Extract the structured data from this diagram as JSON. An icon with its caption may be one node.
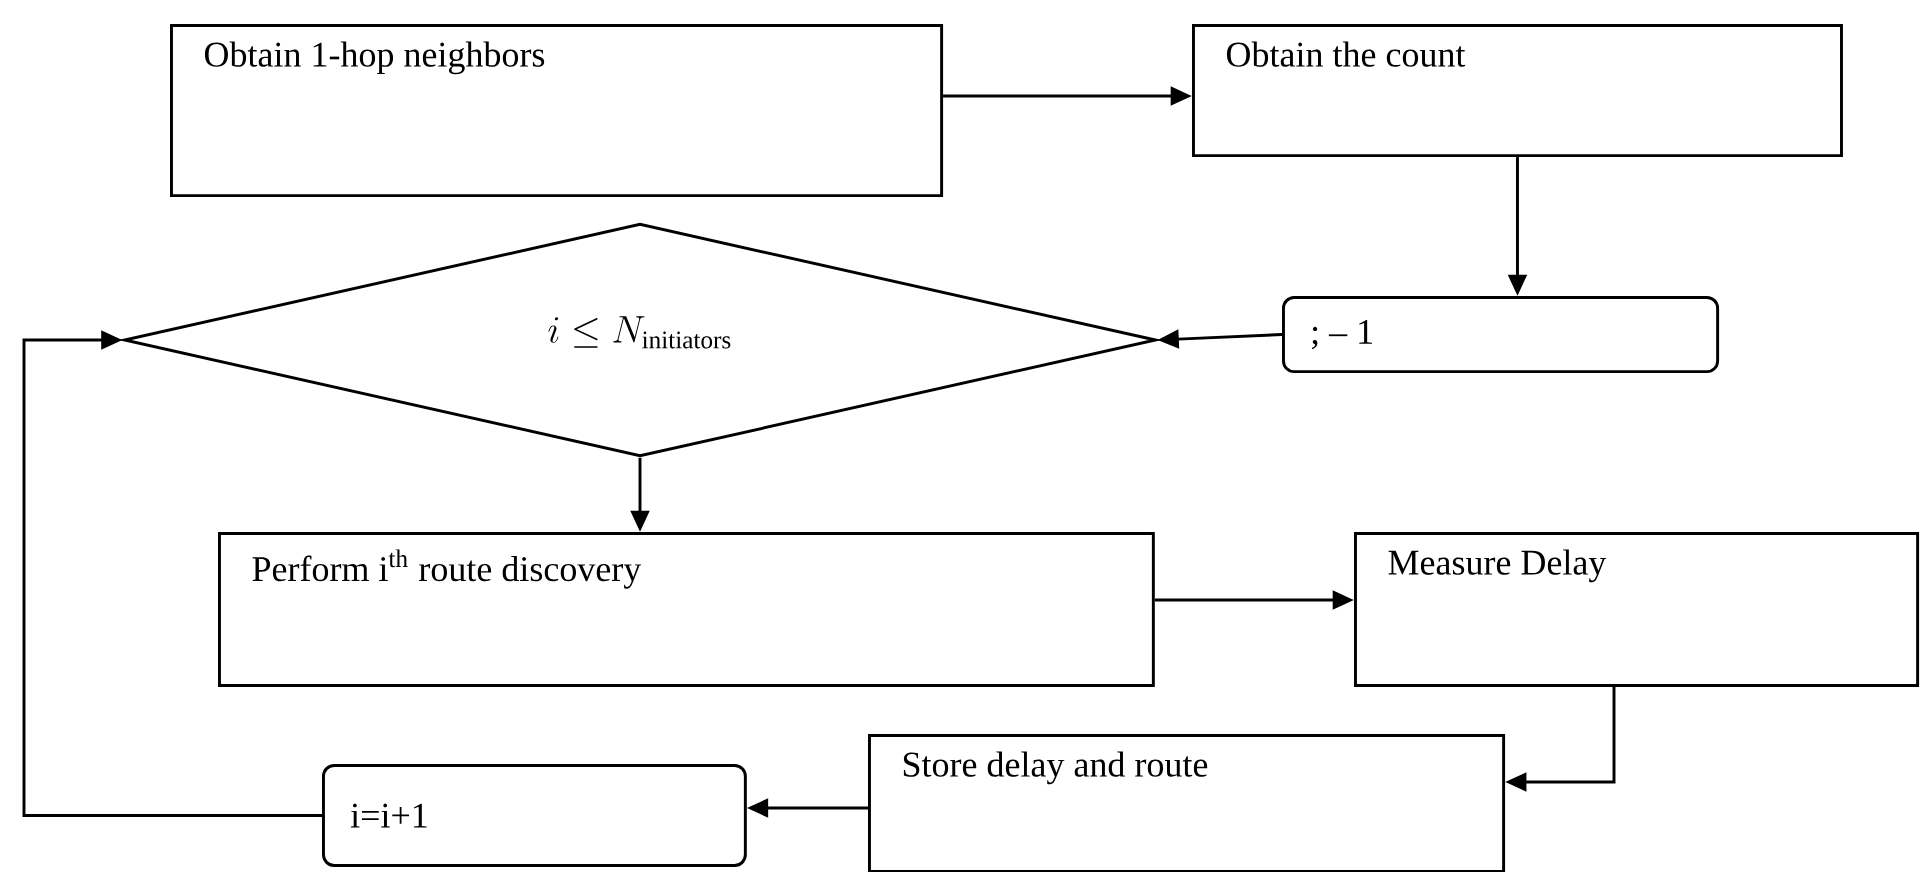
{
  "diagram": {
    "nodes": [
      {
        "text": [
          "Obtain 1-hop neighbors"
        ]
      },
      {
        "text": [
          "Obtain the count"
        ]
      },
      {
        "text": [
          "i \\leq N_{\\mathrm{initiators}}"
        ]
      },
      {
        "text": [
          "; – 1"
        ]
      },
      {
        "text": [
          "Perform i$^{th}$ route discovery"
        ]
      },
      {
        "text": [
          "Measure Delay"
        ]
      },
      {
        "text": [
          "Store delay and route"
        ]
      },
      {
        "text": [
          "i=i+1"
        ]
      }
    ],
    "edges": [
      {
        "from": 0,
        "to": 1,
        "arrow": "to"
      },
      {
        "from": 1,
        "to": 3,
        "arrow": "to"
      },
      {
        "from": 3,
        "to": 2,
        "arrow": "to"
      },
      {
        "from": 2,
        "to": 4,
        "arrow": "to"
      },
      {
        "from": 4,
        "to": 5,
        "arrow": "to"
      },
      {
        "from": 5,
        "to": 6,
        "arrow": "to"
      },
      {
        "from": 6,
        "to": 7,
        "arrow": "to"
      },
      {
        "from": 7,
        "to": 2,
        "arrow": "to"
      }
    ]
  }
}
